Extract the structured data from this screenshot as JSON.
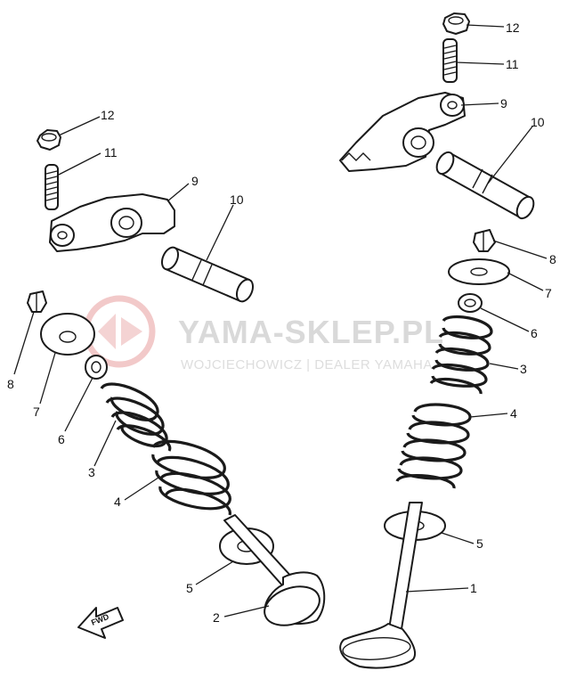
{
  "watermark": {
    "title": "YAMA-SKLEP.PL",
    "subtitle": "WOJCIECHOWICZ | DEALER YAMAHA"
  },
  "fwd_label": "FWD",
  "callouts": {
    "left": {
      "valve_2": "2",
      "valve_spring_3": "3",
      "valve_spring_4": "4",
      "seat_5": "5",
      "seal_6": "6",
      "retainer_7": "7",
      "cotter_8": "8",
      "rocker_arm_9": "9",
      "rocker_shaft_10": "10",
      "adjuster_11": "11",
      "nut_12": "12"
    },
    "right": {
      "valve_1": "1",
      "valve_spring_3": "3",
      "valve_spring_4": "4",
      "seat_5": "5",
      "seal_6": "6",
      "retainer_7": "7",
      "cotter_8": "8",
      "rocker_arm_9": "9",
      "rocker_shaft_10": "10",
      "adjuster_11": "11",
      "nut_12": "12"
    }
  },
  "colors": {
    "line": "#1a1a1a",
    "watermark": "#d9d9d9",
    "watermark_logo": "#f2c9c9"
  }
}
